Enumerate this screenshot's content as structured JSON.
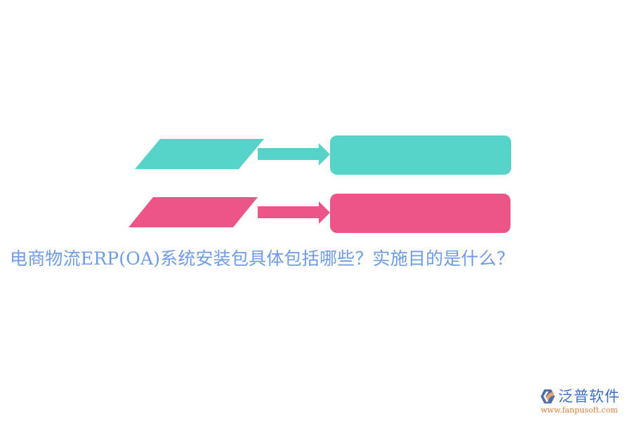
{
  "title": "电商物流ERP(OA)系统安装包具体包括哪些？实施目的是什么？",
  "colors": {
    "teal": "#58d3ca",
    "pink": "#ec5587",
    "title_text": "#6f9be8",
    "logo_blue": "#3a6fcf",
    "logo_orange": "#e0803c"
  },
  "diagram": {
    "rows": [
      {
        "name": "row-1",
        "color": "#58d3ca",
        "input_label": "",
        "output_label": ""
      },
      {
        "name": "row-2",
        "color": "#ec5587",
        "input_label": "",
        "output_label": ""
      }
    ]
  },
  "logo": {
    "icon": "fanpu-logo-icon",
    "name": "泛普软件",
    "url": "www.fanpusoft.com"
  }
}
